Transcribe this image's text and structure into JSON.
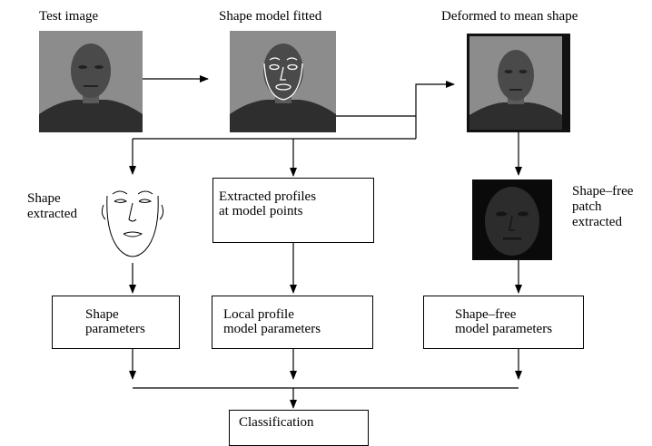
{
  "top_labels": {
    "test_image": "Test image",
    "shape_model_fitted": "Shape model fitted",
    "deformed_to_mean": "Deformed to mean shape"
  },
  "side_labels": {
    "shape_extracted": "Shape\nextracted",
    "shape_free_patch": "Shape–free\npatch\nextracted"
  },
  "boxes": {
    "extracted_profiles": "Extracted profiles\nat model points",
    "shape_parameters": "Shape\nparameters",
    "local_profile": "Local profile\nmodel parameters",
    "shape_free_params": "Shape–free\nmodel parameters",
    "classification": "Classification"
  },
  "colors": {
    "line": "#000000",
    "photo_bg": "#8c8c8c",
    "face": "#4a4a4a",
    "dark_frame": "#111111",
    "patch_bg": "#0a0a0a"
  }
}
